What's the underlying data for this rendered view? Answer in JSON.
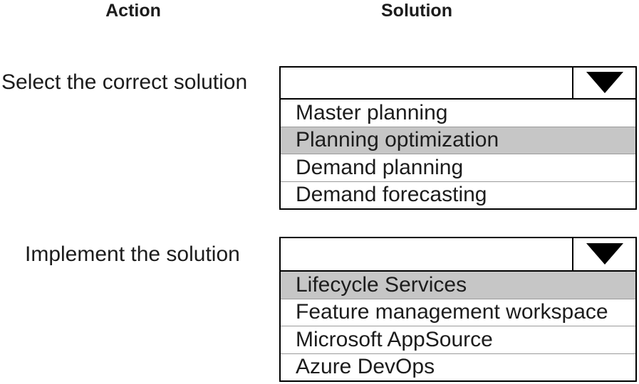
{
  "headers": {
    "action": "Action",
    "solution": "Solution"
  },
  "rows": [
    {
      "action_label": "Select the correct solution",
      "dropdown": {
        "selected_value": "",
        "options": [
          {
            "label": "Master planning",
            "highlighted": false
          },
          {
            "label": "Planning optimization",
            "highlighted": true
          },
          {
            "label": "Demand planning",
            "highlighted": false
          },
          {
            "label": "Demand forecasting",
            "highlighted": false
          }
        ]
      }
    },
    {
      "action_label": "Implement the solution",
      "dropdown": {
        "selected_value": "",
        "options": [
          {
            "label": "Lifecycle Services",
            "highlighted": true
          },
          {
            "label": "Feature management workspace",
            "highlighted": false
          },
          {
            "label": "Microsoft AppSource",
            "highlighted": false
          },
          {
            "label": "Azure DevOps",
            "highlighted": false
          }
        ]
      }
    }
  ],
  "icons": {
    "dropdown_arrow": "caret-down-triangle"
  },
  "colors": {
    "background": "#ffffff",
    "text": "#1c1c1c",
    "border": "#000000",
    "separator": "#9a9a9a",
    "highlight": "#c6c6c6"
  }
}
